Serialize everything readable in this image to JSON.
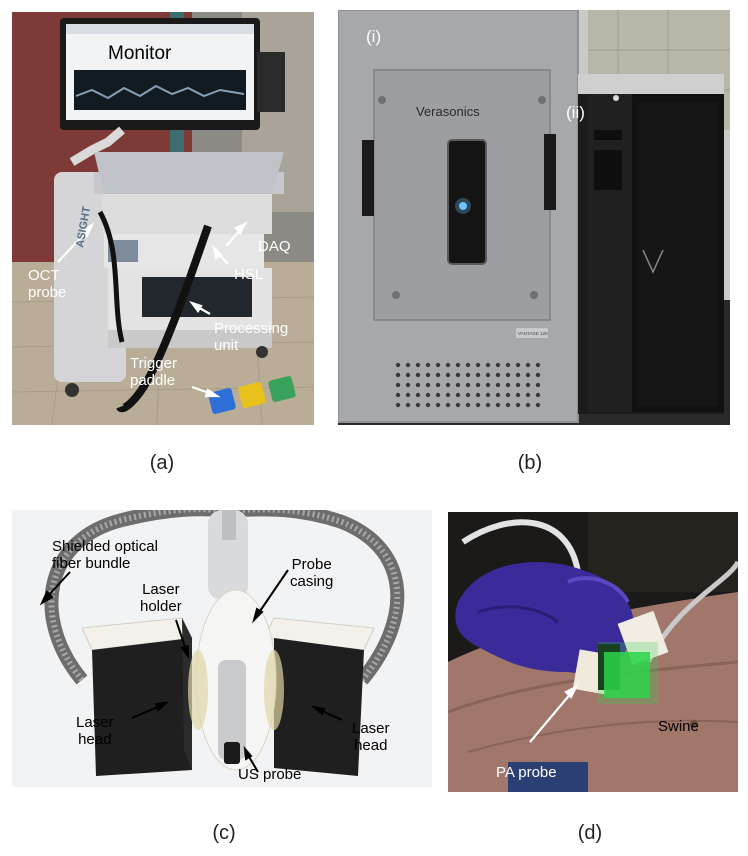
{
  "panels": {
    "a": {
      "caption": "(a)",
      "monitor_label": "Monitor",
      "labels": {
        "oct_probe": "OCT\nprobe",
        "daq": "DAQ",
        "hsl": "HSL",
        "processing_unit": "Processing\nunit",
        "trigger_paddle": "Trigger\npaddle"
      },
      "device_text": "ASIGHT"
    },
    "b": {
      "caption": "(b)",
      "brand": "Verasonics",
      "model_plate": "VANTAGE 128",
      "labels": {
        "i": "(i)",
        "ii": "(ii)"
      }
    },
    "c": {
      "caption": "(c)",
      "labels": {
        "fiber_bundle": "Shielded optical\nfiber bundle",
        "laser_holder": "Laser\nholder",
        "probe_casing": "Probe\ncasing",
        "laser_head_left": "Laser\nhead",
        "laser_head_right": "Laser\nhead",
        "us_probe": "US probe"
      }
    },
    "d": {
      "caption": "(d)",
      "labels": {
        "swine": "Swine",
        "pa_probe": "PA probe"
      }
    }
  },
  "colors": {
    "glove": "#3a2a9a",
    "laser_green": "#2bd34a",
    "pedal_blue": "#2d6fd6",
    "pedal_yellow": "#e8c21a",
    "pedal_green": "#3aa35b"
  }
}
